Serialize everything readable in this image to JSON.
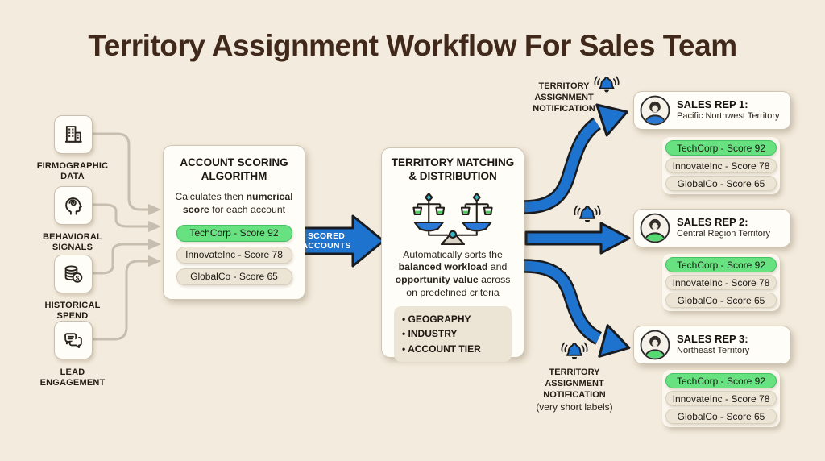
{
  "title": "Territory Assignment Workflow For Sales Team",
  "palette": {
    "background": "#f3ebdd",
    "accent_blue": "#1e73cf",
    "highlight_green": "#68e180",
    "pill_beige": "#ece4d4",
    "panel_white": "#fffdf8",
    "title_brown": "#40291a",
    "teal": "#35b5c5"
  },
  "icons": [
    "building-icon",
    "brain-head-icon",
    "coins-icon",
    "chat-icon",
    "balance-scale-icon",
    "bell-icon",
    "avatar"
  ],
  "sources": [
    {
      "icon": "building-icon",
      "line1": "FIRMOGRAPHIC",
      "line2": "DATA"
    },
    {
      "icon": "brain-head-icon",
      "line1": "BEHAVIORAL",
      "line2": "SIGNALS"
    },
    {
      "icon": "coins-icon",
      "line1": "HISTORICAL",
      "line2": "SPEND"
    },
    {
      "icon": "chat-icon",
      "line1": "LEAD",
      "line2": "ENGAGEMENT"
    }
  ],
  "scoring": {
    "title_line1": "ACCOUNT SCORING",
    "title_line2": "ALGORITHM",
    "desc_pre": "Calculates then ",
    "desc_bold": "numerical score",
    "desc_post": " for each account",
    "accounts": [
      {
        "label": "TechCorp - Score 92",
        "highlight": true
      },
      {
        "label": "InnovateInc - Score 78",
        "highlight": false
      },
      {
        "label": "GlobalCo - Score 65",
        "highlight": false
      }
    ]
  },
  "scored_arrow": {
    "line1": "SCORED",
    "line2": "ACCOUNTS"
  },
  "matching": {
    "title_line1": "TERRITORY MATCHING",
    "title_line2": "& DISTRIBUTION",
    "desc_p1": "Automatically sorts the ",
    "desc_b1": "balanced workload",
    "desc_p2": " and ",
    "desc_b2": "opportunity value",
    "desc_p3": " across on predefined criteria",
    "criteria": [
      "GEOGRAPHY",
      "INDUSTRY",
      "ACCOUNT TIER"
    ]
  },
  "notification_top": {
    "line1": "TERRITORY",
    "line2": "ASSIGNMENT",
    "line3": "NOTIFICATION"
  },
  "notification_bottom": {
    "line1": "TERRITORY",
    "line2": "ASSIGNMENT",
    "line3": "NOTIFICATION",
    "note": "(very short labels)"
  },
  "reps": [
    {
      "title": "SALES REP 1:",
      "territory": "Pacific Northwest Territory",
      "avatar_color": "#2b79d6",
      "accounts": [
        {
          "label": "TechCorp - Score 92",
          "highlight": true
        },
        {
          "label": "InnovateInc - Score 78",
          "highlight": false
        },
        {
          "label": "GlobalCo - Score 65",
          "highlight": false
        }
      ]
    },
    {
      "title": "SALES REP 2:",
      "territory": "Central Region Territory",
      "avatar_color": "#57da72",
      "accounts": [
        {
          "label": "TechCorp - Score 92",
          "highlight": true
        },
        {
          "label": "InnovateInc - Score 78",
          "highlight": false
        },
        {
          "label": "GlobalCo - Score 65",
          "highlight": false
        }
      ]
    },
    {
      "title": "SALES REP 3:",
      "territory": "Northeast Territory",
      "avatar_color": "#57da72",
      "accounts": [
        {
          "label": "TechCorp - Score 92",
          "highlight": true
        },
        {
          "label": "InnovateInc - Score 78",
          "highlight": false
        },
        {
          "label": "GlobalCo - Score 65",
          "highlight": false
        }
      ]
    }
  ]
}
